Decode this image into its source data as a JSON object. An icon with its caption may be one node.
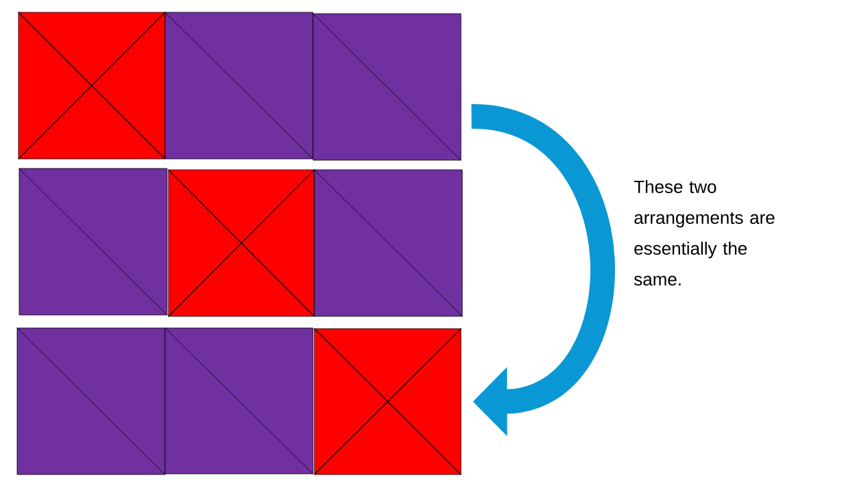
{
  "diagram": {
    "nodes": [
      {
        "text": [],
        "shape": "box"
      },
      {
        "text": [],
        "shape": "box"
      },
      {
        "text": [],
        "shape": "box"
      },
      {
        "text": [],
        "shape": "box"
      },
      {
        "text": [],
        "shape": "box"
      },
      {
        "text": [],
        "shape": "box"
      },
      {
        "text": [],
        "shape": "box"
      },
      {
        "text": [],
        "shape": "box"
      },
      {
        "text": [],
        "shape": "box"
      }
    ],
    "edges": [
      {
        "from": 2,
        "to": 8,
        "arrow": "to"
      }
    ],
    "labels": [
      "These two arrangements are essentially the same."
    ]
  }
}
